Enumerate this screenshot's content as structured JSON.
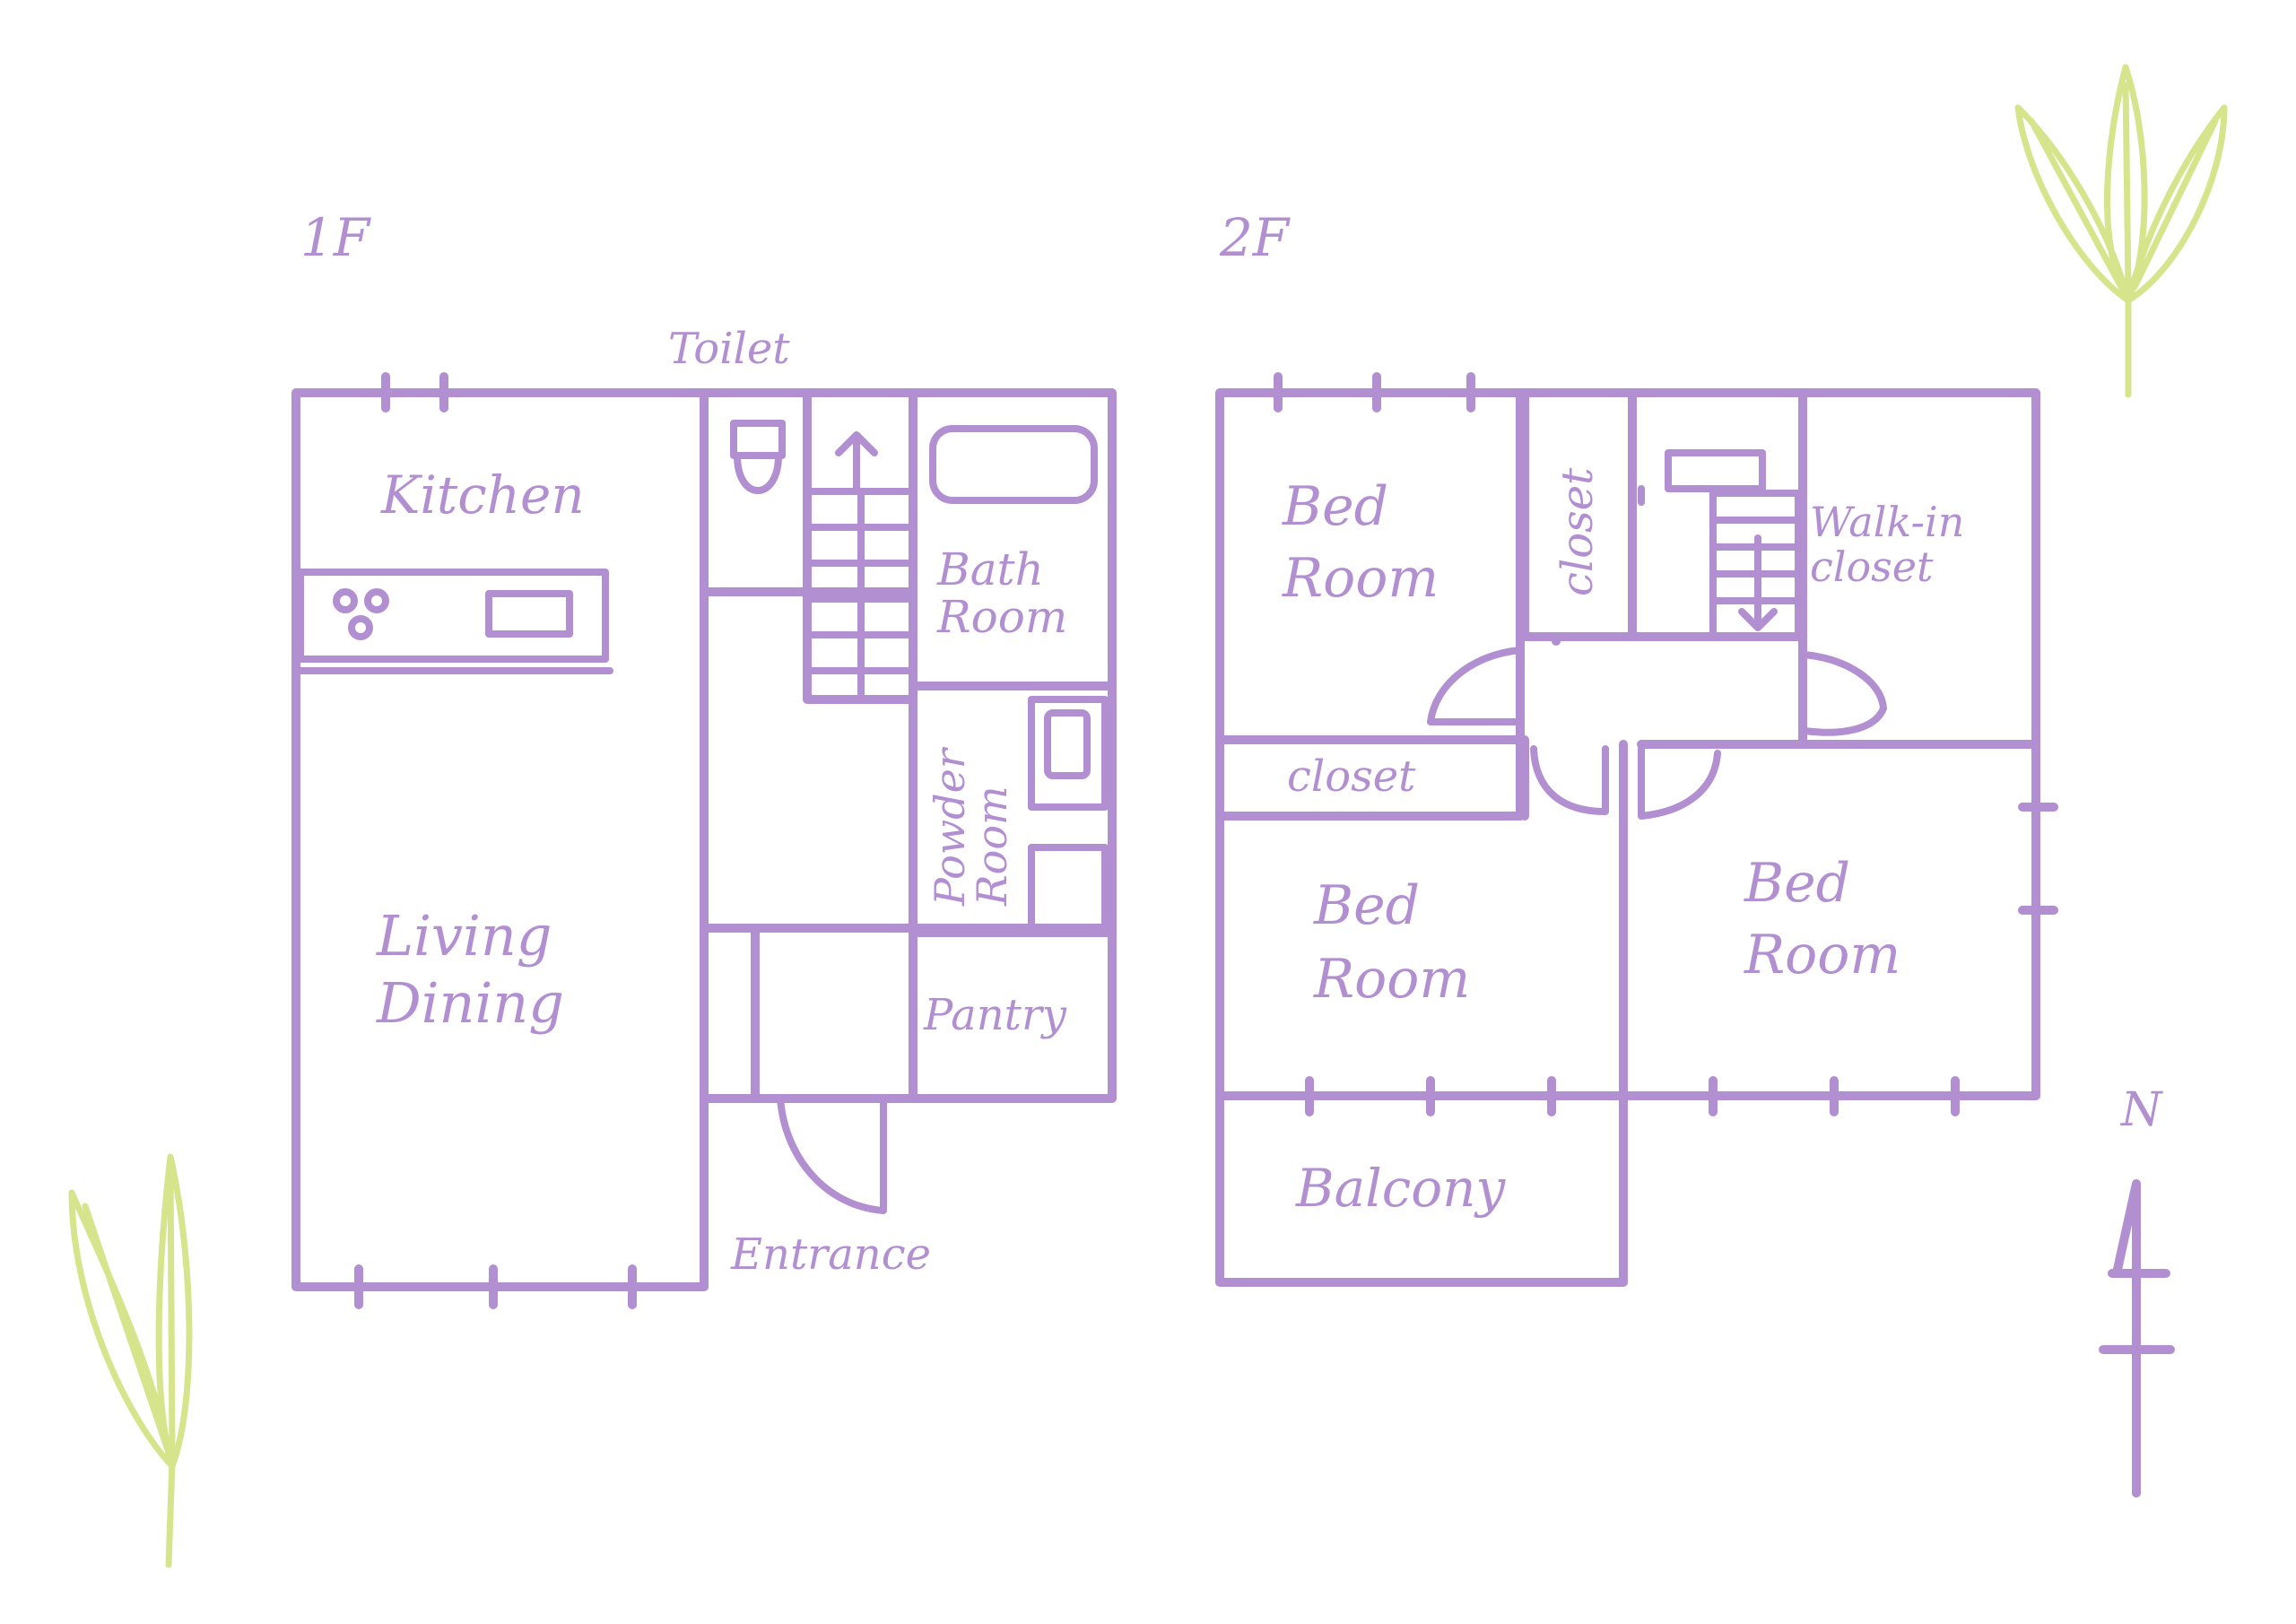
{
  "colors": {
    "wall": "#b18fd0",
    "leaf": "#d6e48c",
    "background": "#ffffff"
  },
  "floors": {
    "first": {
      "title": "1F",
      "rooms": {
        "toilet": "Toilet",
        "kitchen": "Kitchen",
        "bath_1": "Bath",
        "bath_2": "Room",
        "powder_1": "Powder",
        "powder_2": "Room",
        "living_1": "Living",
        "living_2": "Dining",
        "pantry": "Pantry",
        "entrance": "Entrance"
      }
    },
    "second": {
      "title": "2F",
      "rooms": {
        "bed_nw_1": "Bed",
        "bed_nw_2": "Room",
        "closet_v": "closet",
        "walkin_1": "Walk-in",
        "walkin_2": "closet",
        "closet_h": "closet",
        "bed_sw_1": "Bed",
        "bed_sw_2": "Room",
        "bed_se_1": "Bed",
        "bed_se_2": "Room",
        "balcony": "Balcony"
      }
    }
  },
  "compass": {
    "label": "N"
  },
  "icons": [
    "sprout-icon",
    "sprout-icon",
    "toilet-icon",
    "bathtub-icon",
    "sink-icon",
    "stove-icon",
    "arrow-icon"
  ]
}
